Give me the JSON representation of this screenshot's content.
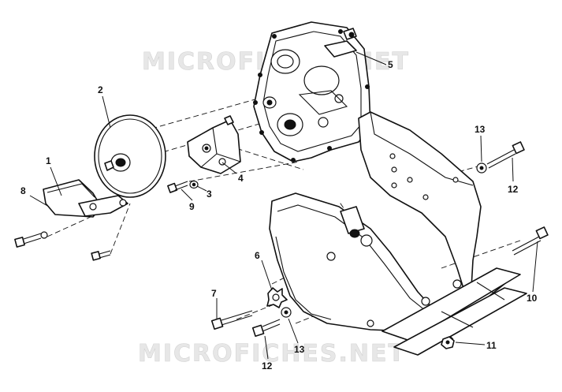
{
  "watermark": {
    "top": "MICROFICHES.NET",
    "bottom": "MICROFICHES.NET"
  },
  "callouts": [
    {
      "id": "c1",
      "label": "1"
    },
    {
      "id": "c2",
      "label": "2"
    },
    {
      "id": "c3",
      "label": "3"
    },
    {
      "id": "c4",
      "label": "4"
    },
    {
      "id": "c5",
      "label": "5"
    },
    {
      "id": "c6",
      "label": "6"
    },
    {
      "id": "c7",
      "label": "7"
    },
    {
      "id": "c8",
      "label": "8"
    },
    {
      "id": "c9",
      "label": "9"
    },
    {
      "id": "c10",
      "label": "10"
    },
    {
      "id": "c11",
      "label": "11"
    },
    {
      "id": "c12a",
      "label": "12"
    },
    {
      "id": "c12b",
      "label": "12"
    },
    {
      "id": "c13a",
      "label": "13"
    },
    {
      "id": "c13b",
      "label": "13"
    }
  ]
}
